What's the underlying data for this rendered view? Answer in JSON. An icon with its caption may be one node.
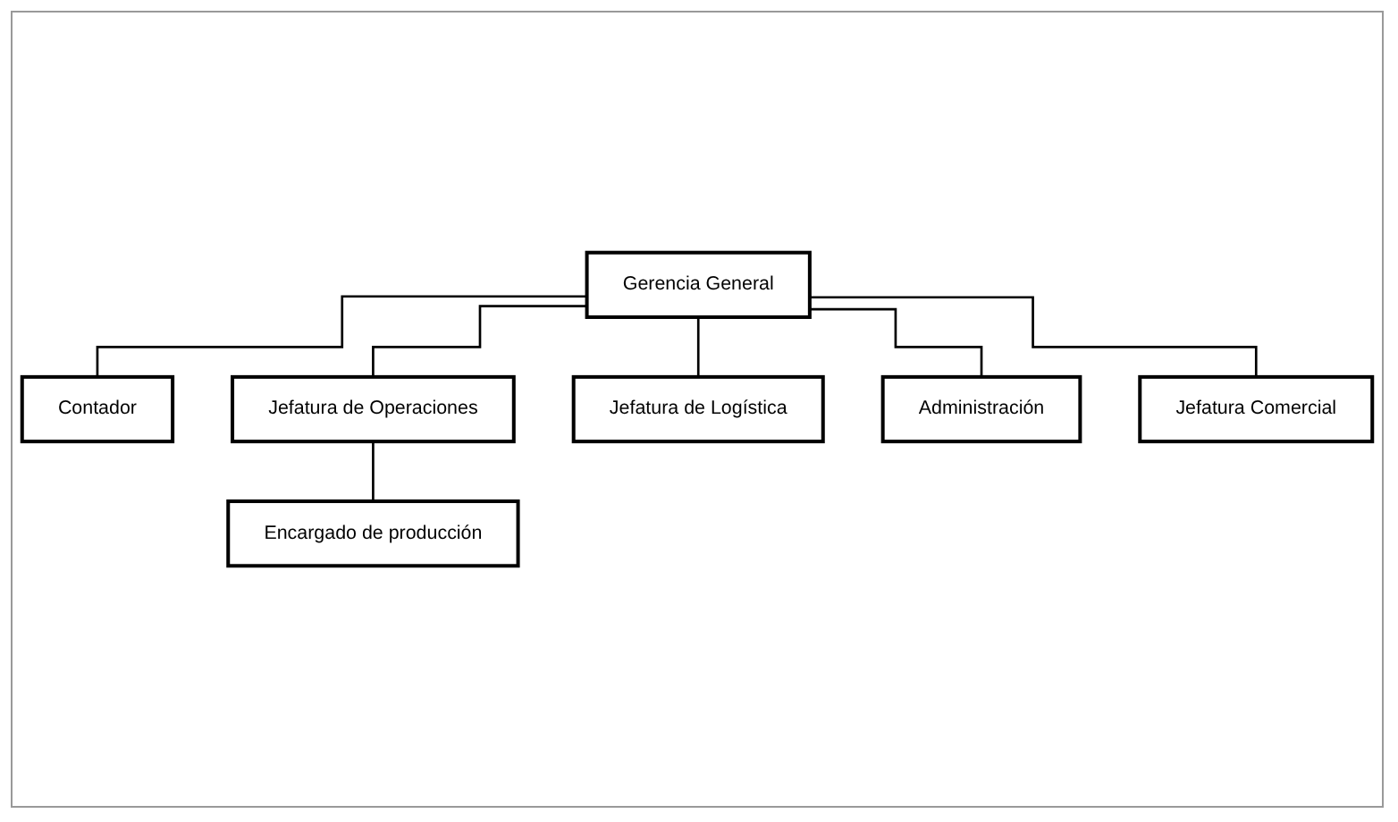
{
  "diagram": {
    "nodes": [
      {
        "text": [
          "Gerencia General"
        ]
      },
      {
        "text": [
          "Contador"
        ]
      },
      {
        "text": [
          "Jefatura de Operaciones"
        ]
      },
      {
        "text": [
          "Jefatura de Logística"
        ]
      },
      {
        "text": [
          "Administración"
        ]
      },
      {
        "text": [
          "Jefatura Comercial"
        ]
      },
      {
        "text": [
          "Encargado de producción"
        ]
      }
    ],
    "edges": [
      {
        "from": 0,
        "to": 1,
        "arrow": "none"
      },
      {
        "from": 0,
        "to": 2,
        "arrow": "none"
      },
      {
        "from": 0,
        "to": 3,
        "arrow": "none"
      },
      {
        "from": 0,
        "to": 4,
        "arrow": "none"
      },
      {
        "from": 0,
        "to": 5,
        "arrow": "none"
      },
      {
        "from": 2,
        "to": 6,
        "arrow": "none"
      }
    ]
  }
}
